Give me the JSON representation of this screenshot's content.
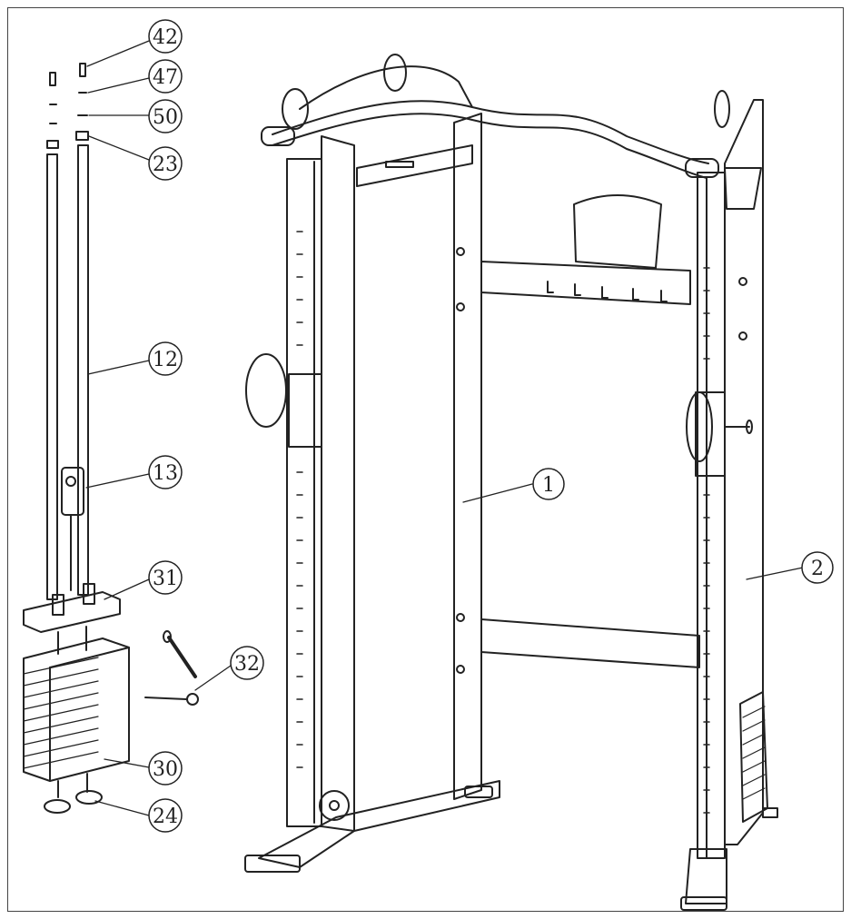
{
  "diagram": {
    "callouts": [
      {
        "id": "c42",
        "label": "42"
      },
      {
        "id": "c47",
        "label": "47"
      },
      {
        "id": "c50",
        "label": "50"
      },
      {
        "id": "c23",
        "label": "23"
      },
      {
        "id": "c12",
        "label": "12"
      },
      {
        "id": "c13",
        "label": "13"
      },
      {
        "id": "c31",
        "label": "31"
      },
      {
        "id": "c32",
        "label": "32"
      },
      {
        "id": "c30",
        "label": "30"
      },
      {
        "id": "c24",
        "label": "24"
      },
      {
        "id": "c1",
        "label": "1"
      },
      {
        "id": "c2",
        "label": "2"
      }
    ]
  }
}
